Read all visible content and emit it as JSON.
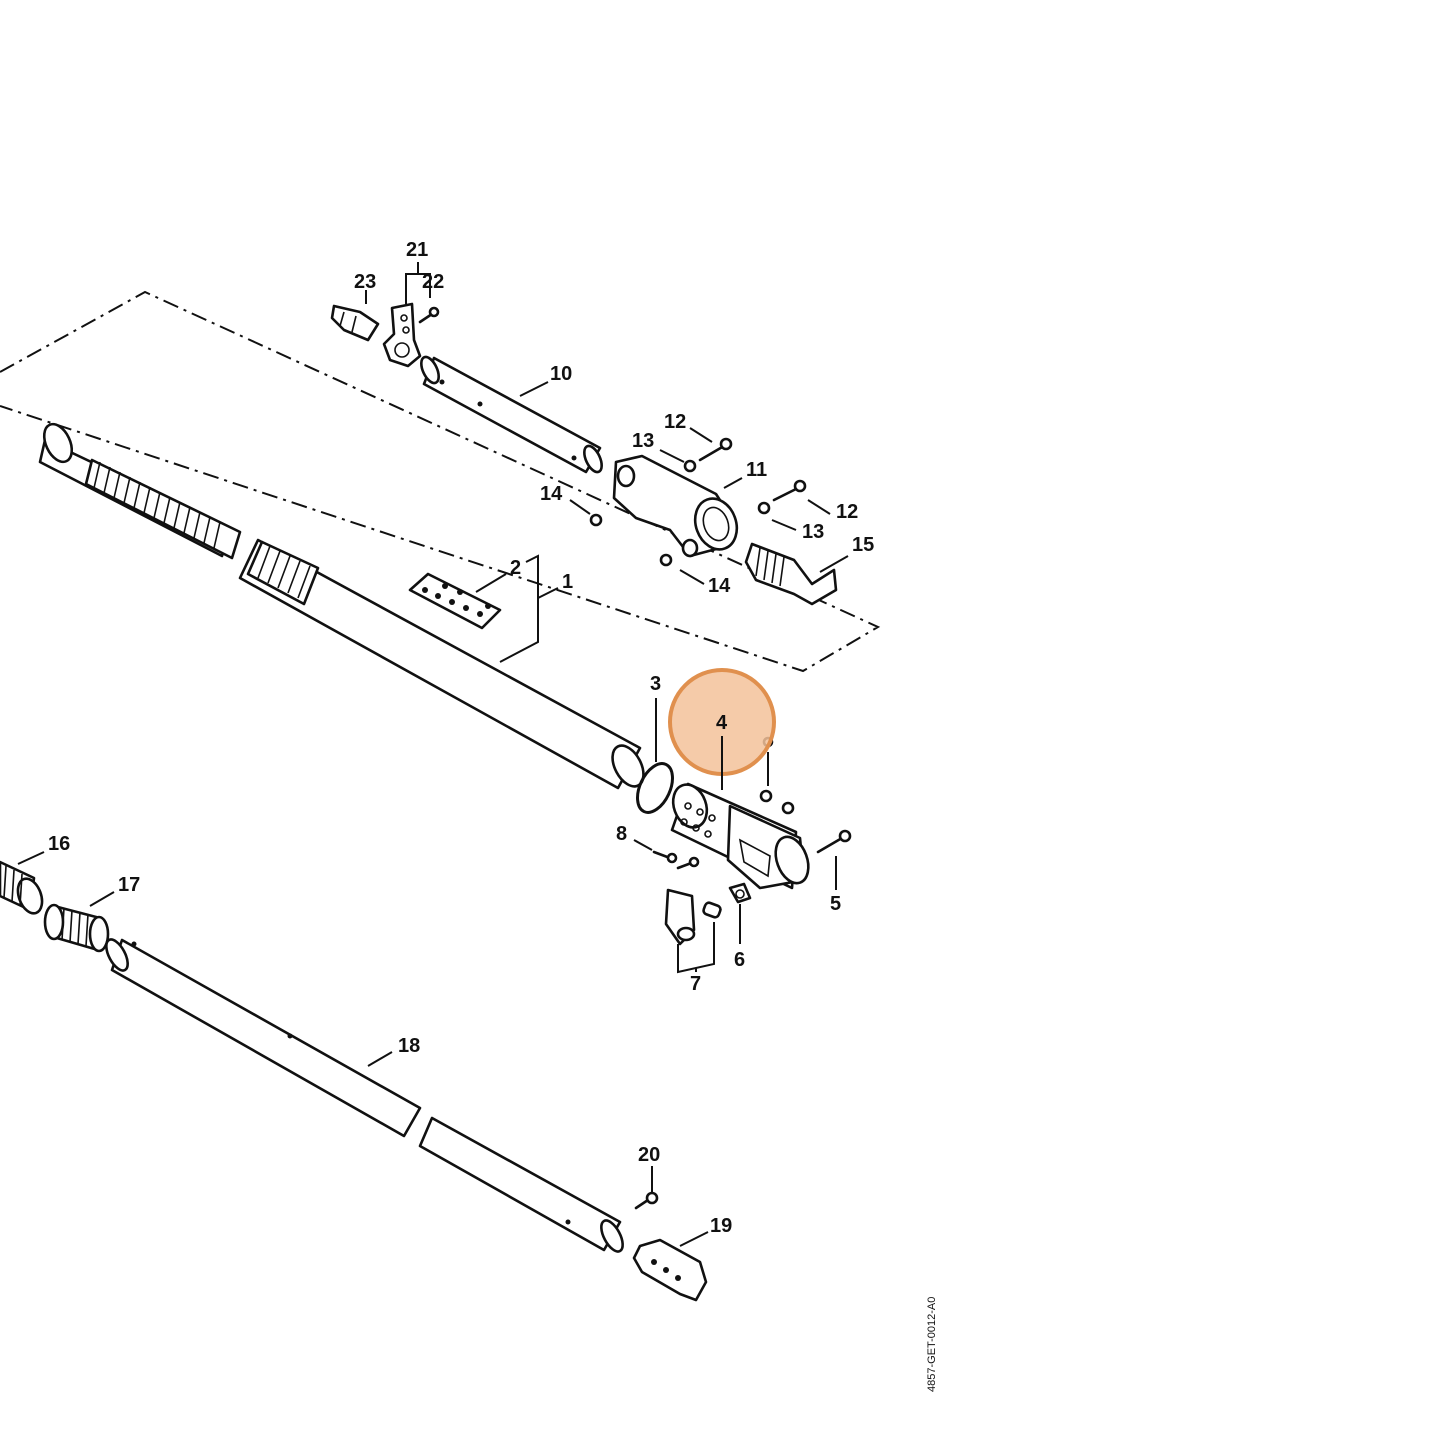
{
  "diagram": {
    "document_code": "4857-GET-0012-A0",
    "highlight": {
      "part": "4",
      "fill_color": "#f3c29a",
      "stroke_color": "#e0904e"
    },
    "labels": {
      "p1": "1",
      "p2": "2",
      "p3": "3",
      "p4": "4",
      "p5": "5",
      "p6": "6",
      "p7": "7",
      "p8": "8",
      "p10": "10",
      "p11": "11",
      "p12": "12",
      "p13": "13",
      "p14": "14",
      "p15": "15",
      "p16": "16",
      "p17": "17",
      "p18": "18",
      "p19": "19",
      "p20": "20",
      "p21": "21",
      "p22": "22",
      "p23": "23"
    }
  }
}
